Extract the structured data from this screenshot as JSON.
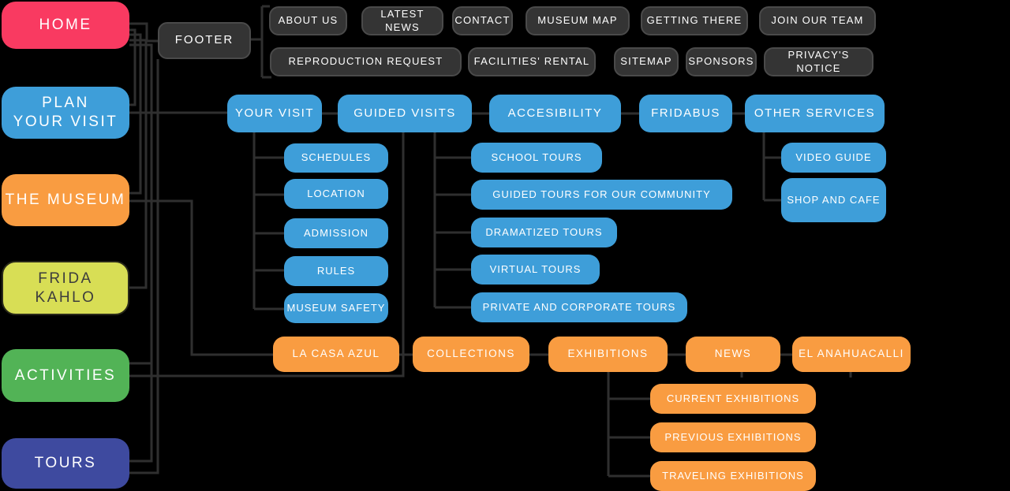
{
  "palette": {
    "background": "#000000",
    "pink": "#F93A61",
    "blue": "#3E9ED9",
    "orange": "#F99C41",
    "yellow_green": "#D8DE55",
    "green": "#52B356",
    "navy": "#3E4A9F",
    "dark_node": "#343434",
    "connector": "#2f2f2f"
  },
  "main_nav": [
    {
      "label": "HOME"
    },
    {
      "label": "PLAN\nYOUR VISIT"
    },
    {
      "label": "THE MUSEUM"
    },
    {
      "label": "FRIDA\nKAHLO"
    },
    {
      "label": "ACTIVITIES"
    },
    {
      "label": "TOURS"
    }
  ],
  "footer": {
    "label": "FOOTER",
    "row1": [
      "ABOUT US",
      "LATEST NEWS",
      "CONTACT",
      "MUSEUM MAP",
      "GETTING THERE",
      "JOIN OUR TEAM"
    ],
    "row2": [
      "REPRODUCTION REQUEST",
      "FACILITIES' RENTAL",
      "SITEMAP",
      "SPONSORS",
      "PRIVACY'S NOTICE"
    ]
  },
  "visit": {
    "root": "YOUR VISIT",
    "children": [
      "SCHEDULES",
      "LOCATION",
      "ADMISSION",
      "RULES",
      "MUSEUM SAFETY"
    ]
  },
  "guided": {
    "root": "GUIDED VISITS",
    "children": [
      "SCHOOL TOURS",
      "GUIDED TOURS FOR OUR COMMUNITY",
      "DRAMATIZED TOURS",
      "VIRTUAL TOURS",
      "PRIVATE AND CORPORATE TOURS"
    ]
  },
  "accessibility": {
    "label": "ACCESIBILITY"
  },
  "fridabus": {
    "label": "FRIDABUS"
  },
  "other_services": {
    "root": "OTHER SERVICES",
    "children": [
      "VIDEO GUIDE",
      "SHOP AND CAFE"
    ]
  },
  "casa_azul": {
    "label": "LA CASA AZUL"
  },
  "collections": {
    "label": "COLLECTIONS"
  },
  "exhibitions": {
    "root": "EXHIBITIONS",
    "children": [
      "CURRENT EXHIBITIONS",
      "PREVIOUS EXHIBITIONS",
      "TRAVELING EXHIBITIONS"
    ]
  },
  "news": {
    "label": "NEWS"
  },
  "anahuacalli": {
    "label": "EL ANAHUACALLI"
  }
}
